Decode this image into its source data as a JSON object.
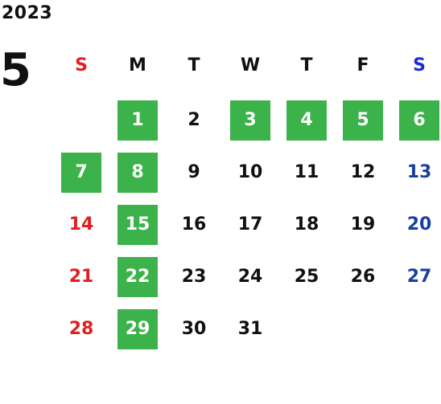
{
  "calendar": {
    "year": "2023",
    "month": "5",
    "weekdays": [
      "S",
      "M",
      "T",
      "W",
      "T",
      "F",
      "S"
    ],
    "first_weekday": 1,
    "days_in_month": 31,
    "highlighted_days": [
      1,
      3,
      4,
      5,
      6,
      7,
      8,
      15,
      22,
      29
    ]
  },
  "colors": {
    "default_text": "#111111",
    "sunday": "#e02020",
    "saturday": "#1a3fa0",
    "saturday_header": "#1a2bd0",
    "highlight_bg": "#3bb34a",
    "highlight_text": "#ffffff"
  }
}
